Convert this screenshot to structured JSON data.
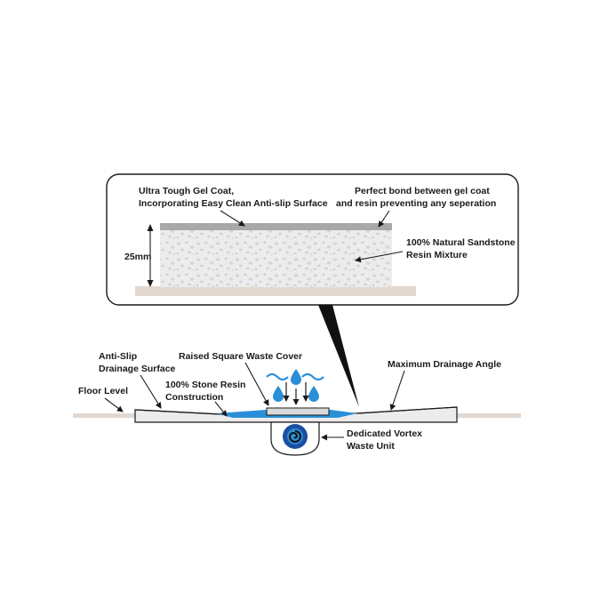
{
  "callout": {
    "gel_coat_line1": "Ultra Tough Gel Coat,",
    "gel_coat_line2": "Incorporating Easy Clean Anti-slip Surface",
    "bond_line1": "Perfect bond between gel coat",
    "bond_line2": "and resin preventing any seperation",
    "thickness": "25mm",
    "sandstone_line1": "100% Natural Sandstone",
    "sandstone_line2": "Resin Mixture"
  },
  "tray": {
    "anti_slip_line1": "Anti-Slip",
    "anti_slip_line2": "Drainage Surface",
    "floor_level": "Floor Level",
    "waste_cover": "Raised Square Waste Cover",
    "stone_resin_line1": "100% Stone Resin",
    "stone_resin_line2": "Construction",
    "drainage_angle": "Maximum Drainage Angle",
    "vortex_line1": "Dedicated Vortex",
    "vortex_line2": "Waste Unit"
  },
  "colors": {
    "water_blue": "#2a8fd8",
    "gel_coat_grey": "#a8a8a8",
    "resin_fill": "#ececec",
    "floor_beige": "#e3d8cf",
    "outline": "#1a1a1a"
  }
}
